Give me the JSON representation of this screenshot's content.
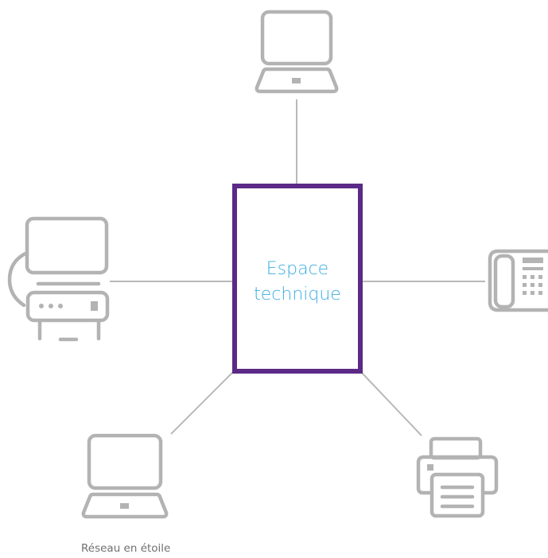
{
  "hub": {
    "line1": "Espace",
    "line2": "technique"
  },
  "caption": "Réseau en étoile",
  "colors": {
    "hub_border": "#5b2a86",
    "hub_text": "#3aaee0",
    "icons": "#b3b3b3",
    "connectors": "#b9b9b9",
    "caption": "#6f6f6f"
  },
  "nodes": [
    {
      "icon": "laptop-icon"
    },
    {
      "icon": "desktop-computer-icon"
    },
    {
      "icon": "desk-phone-icon"
    },
    {
      "icon": "laptop-icon"
    },
    {
      "icon": "printer-icon"
    }
  ]
}
